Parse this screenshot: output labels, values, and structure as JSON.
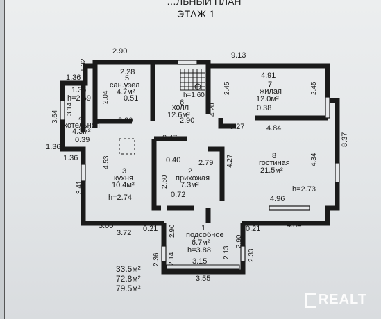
{
  "header": {
    "title_partial": "…ЛЬНЫЙ ПЛАН",
    "floor": "ЭТАЖ 1"
  },
  "dimensions": {
    "d_2_90_top": "2.90",
    "d_9_13": "9.13",
    "d_1_36_a": "1.36",
    "d_1_32": "1.32",
    "d_2_28": "2.28",
    "d_4_91": "4.91",
    "d_1_36_b": "1.36",
    "d_h_2_69": "h=2.69",
    "d_2_04": "2.04",
    "d_0_51": "0.51",
    "d_h_1_60": "h=1.60",
    "d_2_45_a": "2.45",
    "d_2_45_b": "2.45",
    "d_3_14": "3.14",
    "d_3_64": "3.64",
    "d_0_38": "0.38",
    "d_4_20": "4.20",
    "d_2_30": "2.30",
    "d_2_90_mid": "2.90",
    "d_0_27": "0.27",
    "d_4_84_top": "4.84",
    "d_8_37": "8.37",
    "d_0_39": "0.39",
    "d_1_36_c": "1.36",
    "d_0_47": "0.47",
    "d_1_36_d": "1.36",
    "d_4_53": "4.53",
    "d_0_40": "0.40",
    "d_2_79": "2.79",
    "d_4_27": "4.27",
    "d_4_34": "4.34",
    "d_2_60": "2.60",
    "d_3_41": "3.41",
    "d_h_2_73": "h=2.73",
    "d_0_72": "0.72",
    "d_h_2_74": "h=2.74",
    "d_4_96": "4.96",
    "d_3_00": "3.00",
    "d_4_84_bot": "4.84",
    "d_3_72": "3.72",
    "d_0_21_a": "0.21",
    "d_2_90_vert": "2.90",
    "d_2_90_vert_b": "2.90",
    "d_0_21_b": "0.21",
    "d_2_36": "2.36",
    "d_2_14": "2.14",
    "d_2_13": "2.13",
    "d_2_33": "2.33",
    "d_3_15": "3.15",
    "d_3_55": "3.55"
  },
  "rooms": [
    {
      "num": "5",
      "name": "сан.узел",
      "area": "4.7м²"
    },
    {
      "num": "6",
      "name": "холл",
      "area": "12.6м²"
    },
    {
      "num": "7",
      "name": "жилая",
      "area": "12.0м²"
    },
    {
      "num": "4",
      "name": "котельная",
      "area": "4.3м²"
    },
    {
      "num": "8",
      "name": "гостиная",
      "area": "21.5м²"
    },
    {
      "num": "3",
      "name": "кухня",
      "area": "10.4м²"
    },
    {
      "num": "2",
      "name": "прихожая",
      "area": "7.3м²"
    },
    {
      "num": "1",
      "name": "подсобное",
      "area": "6.7м²",
      "height": "h=3.88"
    }
  ],
  "totals": [
    "33.5м²",
    "72.8м²",
    "79.5м²"
  ],
  "watermark": "REALT",
  "colors": {
    "wall": "#1a1a1a",
    "paper": "#e6e8ea",
    "text": "#1b1b1b"
  }
}
